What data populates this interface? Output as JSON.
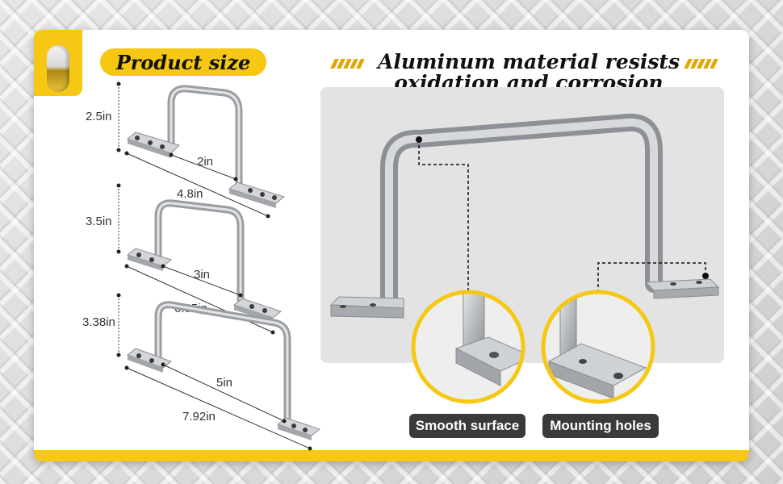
{
  "heading": "Product size",
  "title_line1": "Aluminum material resists",
  "title_line2": "oxidation and corrosion",
  "sizes": [
    {
      "height": "2.5in",
      "inner": "2in",
      "total": "4.8in"
    },
    {
      "height": "3.5in",
      "inner": "3in",
      "total": "6.05in"
    },
    {
      "height": "3.38in",
      "inner": "5in",
      "total": "7.92in"
    }
  ],
  "callouts": {
    "left": "Smooth surface",
    "right": "Mounting holes"
  },
  "colors": {
    "accent": "#f6c814",
    "label_bg": "#3a3a3a",
    "metal": "#b9bcc0"
  }
}
